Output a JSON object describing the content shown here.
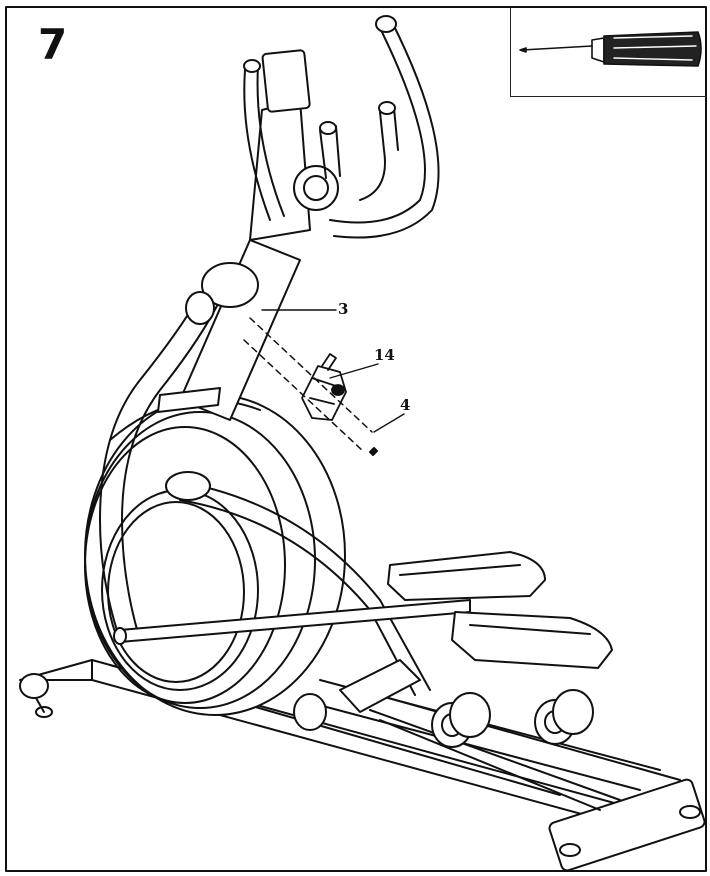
{
  "step": {
    "number": "7"
  },
  "tools": {
    "icon": "screwdriver-icon"
  },
  "callouts": [
    {
      "label": "3",
      "part": "console-mast"
    },
    {
      "label": "14",
      "part": "bottle-holder-bracket"
    },
    {
      "label": "4",
      "part": "screw"
    }
  ]
}
